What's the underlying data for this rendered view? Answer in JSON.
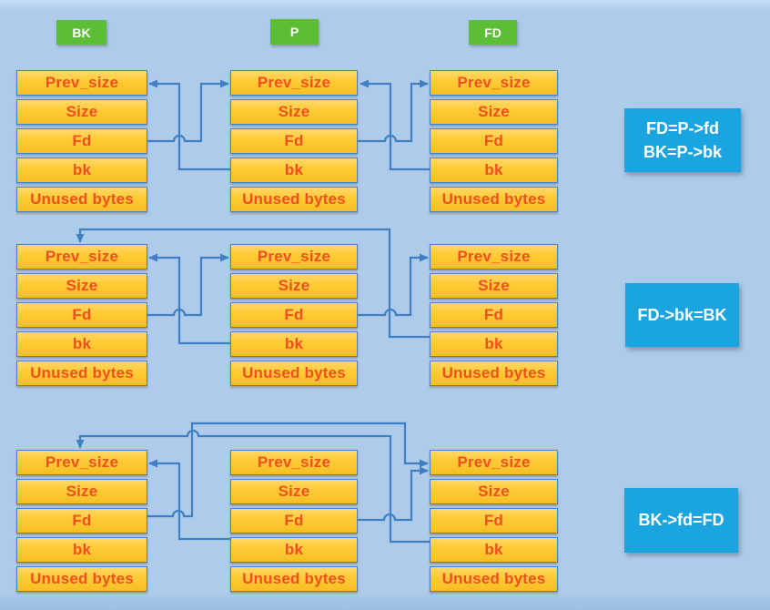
{
  "column_labels": [
    {
      "id": "bk",
      "text": "BK"
    },
    {
      "id": "p",
      "text": "P"
    },
    {
      "id": "fd",
      "text": "FD"
    }
  ],
  "chunk_fields": [
    "Prev_size",
    "Size",
    "Fd",
    "bk",
    "Unused bytes"
  ],
  "notes": [
    {
      "line1": "FD=P->fd",
      "line2": "BK=P->bk"
    },
    {
      "line1": "FD->bk=BK"
    },
    {
      "line1": "BK->fd=FD"
    }
  ],
  "edges": [
    {
      "row": 1,
      "from": "BK.Fd",
      "to": "P"
    },
    {
      "row": 1,
      "from": "P.bk",
      "to": "BK"
    },
    {
      "row": 1,
      "from": "P.Fd",
      "to": "FD"
    },
    {
      "row": 1,
      "from": "FD.bk",
      "to": "P"
    },
    {
      "row": 2,
      "from": "BK.Fd",
      "to": "P"
    },
    {
      "row": 2,
      "from": "P.bk",
      "to": "BK"
    },
    {
      "row": 2,
      "from": "P.Fd",
      "to": "FD"
    },
    {
      "row": 2,
      "from": "FD.bk",
      "to": "BK"
    },
    {
      "row": 3,
      "from": "BK.Fd",
      "to": "FD"
    },
    {
      "row": 3,
      "from": "P.bk",
      "to": "BK"
    },
    {
      "row": 3,
      "from": "P.Fd",
      "to": "FD"
    },
    {
      "row": 3,
      "from": "FD.bk",
      "to": "BK"
    }
  ],
  "colors": {
    "background": "#aecbea",
    "chunk_fill": "#fec829",
    "chunk_border": "#4a81c2",
    "field_text": "#f04e23",
    "label_green": "#5cbe35",
    "note_blue": "#1ba5e0",
    "wire_blue": "#3f7fc4",
    "label_text": "#ffffff"
  }
}
